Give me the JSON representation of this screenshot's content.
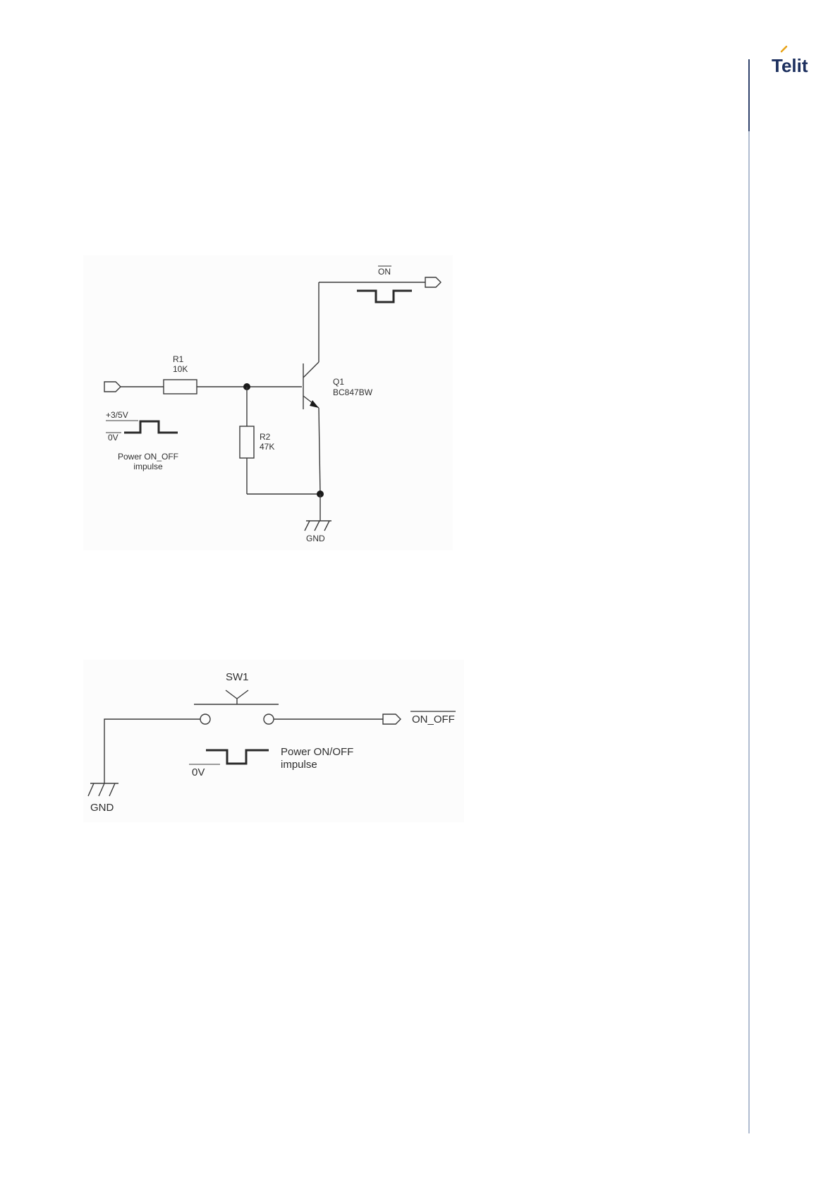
{
  "header": {
    "brand": "Telit",
    "brand_color": "#1c2f5e",
    "accent_color": "#e8a317",
    "rule_color": "#7b8fb0"
  },
  "figure1": {
    "r1_name": "R1",
    "r1_value": "10K",
    "r2_name": "R2",
    "r2_value": "47K",
    "q1_name": "Q1",
    "q1_part": "BC847BW",
    "output_signal": "ON",
    "input_high": "+3/5V",
    "input_low": "0V",
    "caption_line1": "Power ON_OFF",
    "caption_line2": "impulse",
    "ground": "GND"
  },
  "figure2": {
    "switch_name": "SW1",
    "output_signal": "ON_OFF",
    "pulse_low": "0V",
    "caption_line1": "Power ON/OFF",
    "caption_line2": "impulse",
    "ground": "GND"
  }
}
